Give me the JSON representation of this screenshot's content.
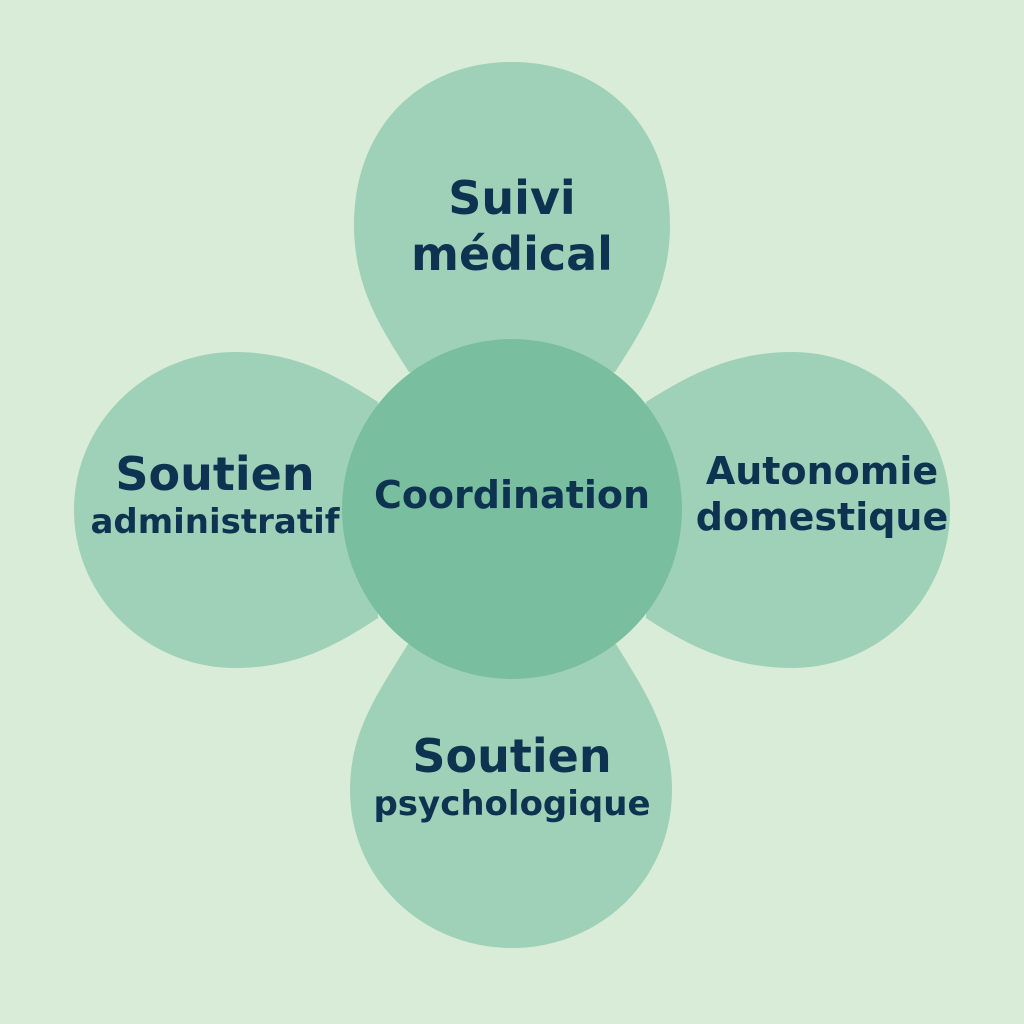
{
  "colors": {
    "background": "#d9ecd8",
    "petal": "#9fd1b8",
    "center": "#79bf9f",
    "text": "#0d3350"
  },
  "petals": {
    "top": {
      "line1": "Suivi",
      "line2": "médical"
    },
    "left": {
      "line1": "Soutien",
      "line2": "administratif"
    },
    "right": {
      "line1": "Autonomie",
      "line2": "domestique"
    },
    "bottom": {
      "line1": "Soutien",
      "line2": "psychologique"
    }
  },
  "center": {
    "label": "Coordination"
  }
}
